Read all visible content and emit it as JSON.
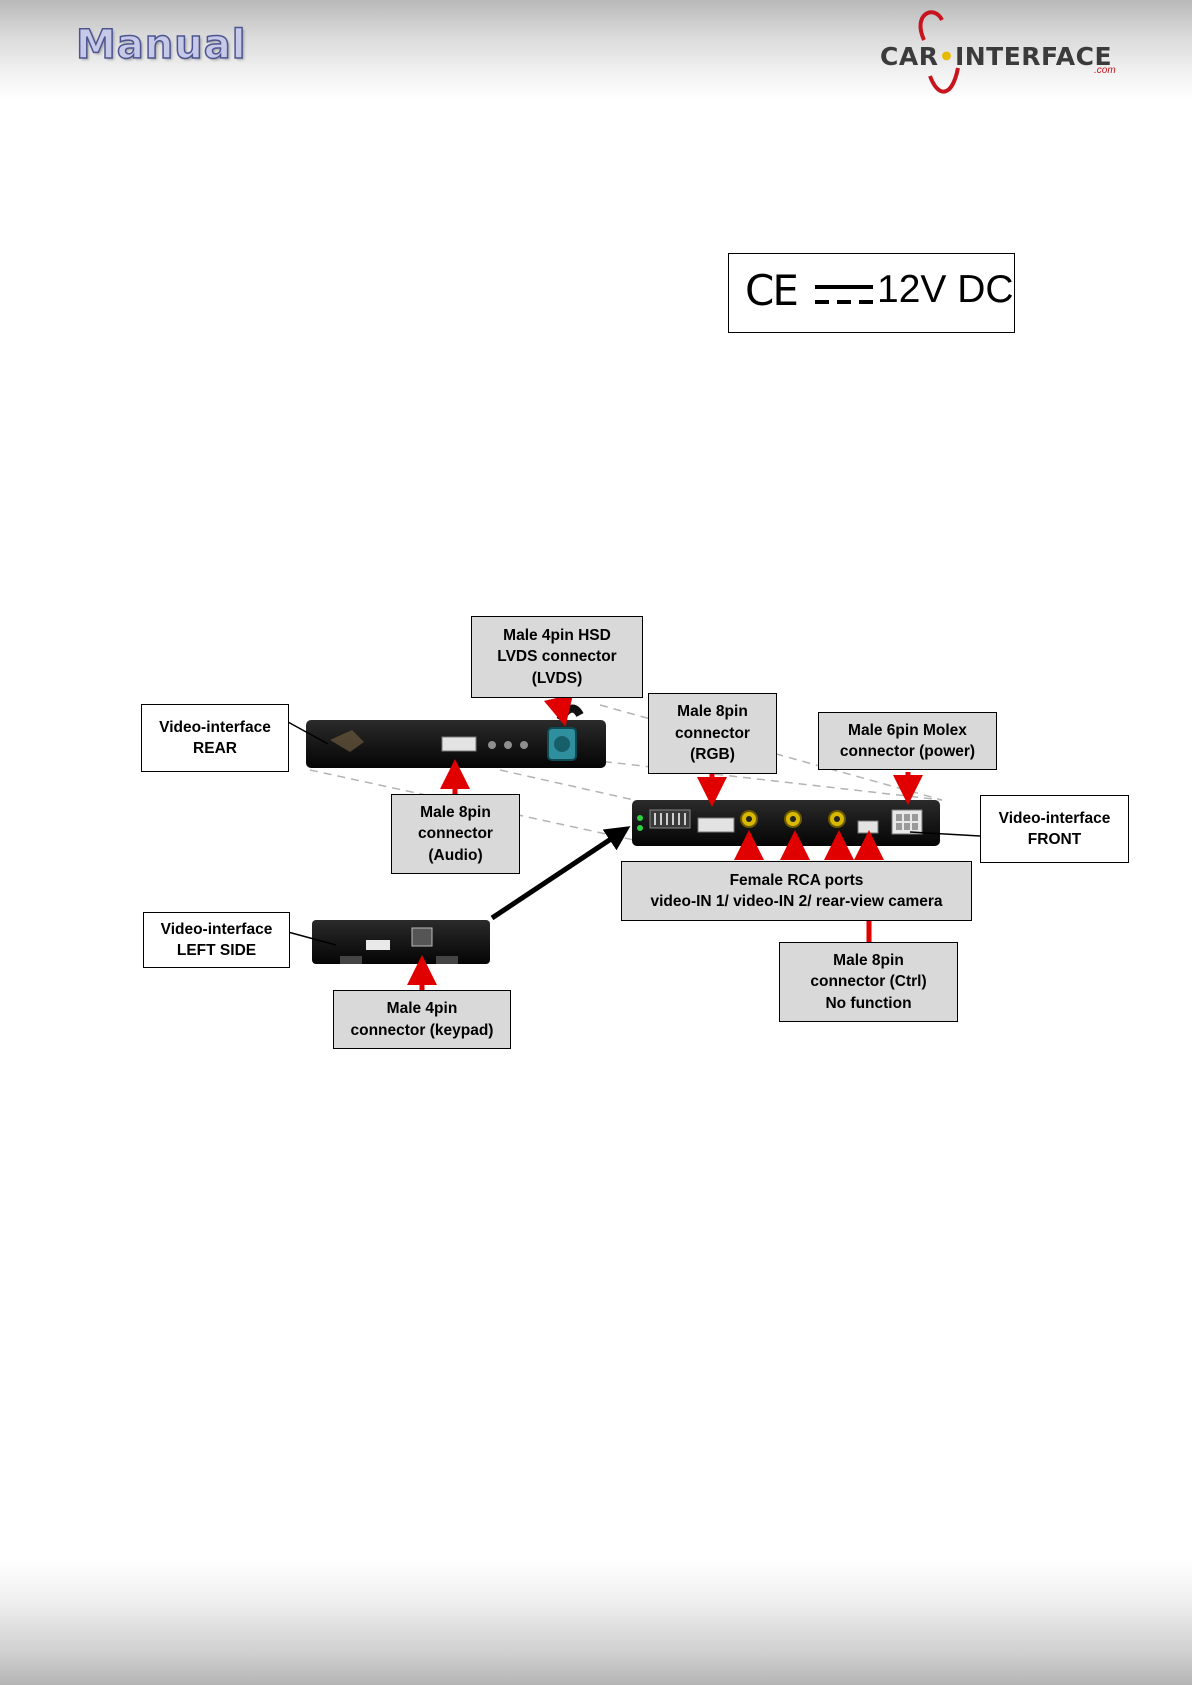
{
  "header": {
    "title": "Manual",
    "logo": {
      "name_left": "CAR",
      "name_right": "INTERFACE",
      "domain": ".com",
      "accent_color": "#c8141c"
    }
  },
  "ce_badge": {
    "mark": "CE",
    "voltage": "12V DC"
  },
  "diagram": {
    "labels": {
      "lvds": "Male 4pin HSD\nLVDS connector\n(LVDS)",
      "rear": "Video-interface\nREAR",
      "rgb": "Male 8pin\nconnector\n(RGB)",
      "molex": "Male 6pin Molex\nconnector (power)",
      "audio": "Male 8pin\nconnector\n(Audio)",
      "front": "Video-interface\nFRONT",
      "rca": "Female RCA ports\nvideo-IN 1/ video-IN 2/ rear-view camera",
      "left_side": "Video-interface\nLEFT SIDE",
      "ctrl": "Male 8pin\nconnector (Ctrl)\nNo function",
      "keypad": "Male 4pin\nconnector (keypad)"
    },
    "colors": {
      "arrow": "#e00000",
      "label_fill": "#d9d9d9",
      "device": "#1c1c1c"
    }
  }
}
